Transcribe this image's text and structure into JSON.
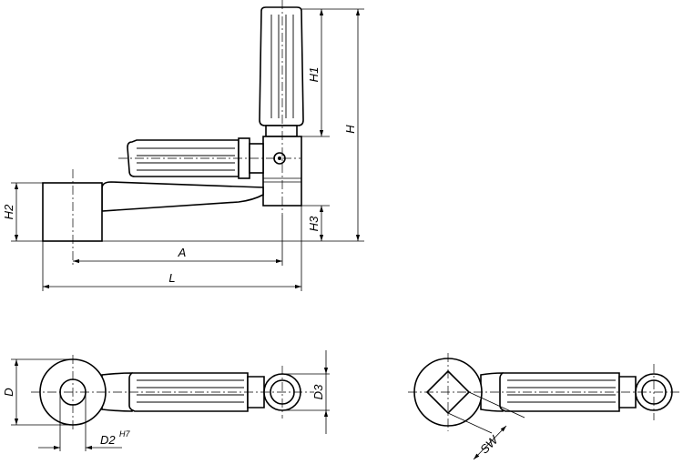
{
  "labels": {
    "h1": "H1",
    "h": "H",
    "h2": "H2",
    "h3": "H3",
    "a": "A",
    "l": "L",
    "d": "D",
    "d2": "D2",
    "d2_tolerance": "H7",
    "d3": "D3",
    "sw": "SW"
  }
}
